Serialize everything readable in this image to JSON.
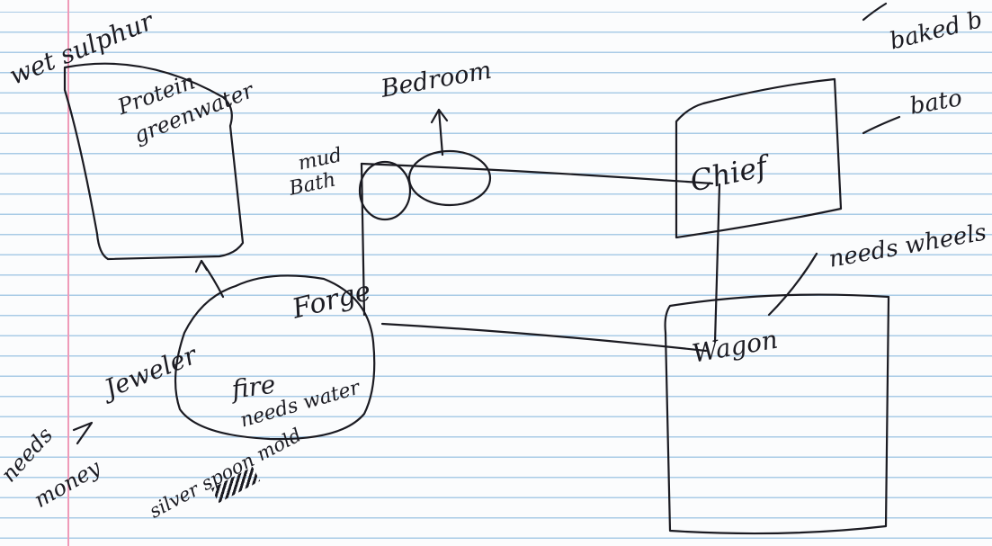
{
  "nodes": {
    "wet_sulphur": "wet sulphur",
    "protein_greenwater": [
      "Protein",
      "greenwater"
    ],
    "bedroom": "Bedroom",
    "mud_bath": [
      "mud",
      "Bath"
    ],
    "chief": "Chief",
    "forge": "Forge",
    "jeweler": "Jeweler",
    "fire_needs_water": [
      "fire",
      "needs water"
    ],
    "wagon": "Wagon",
    "needs_wheels": "needs wheels",
    "needs_money": [
      "needs",
      "money"
    ],
    "silver_spoon_mold": "silver spoon mold",
    "baked": "baked b",
    "bato": "bato"
  },
  "colors": {
    "ink": "#1b1b22",
    "paper": "#fbfcfd",
    "rule_line": "#a9cbe6",
    "margin_line": "#ef9ab8"
  }
}
